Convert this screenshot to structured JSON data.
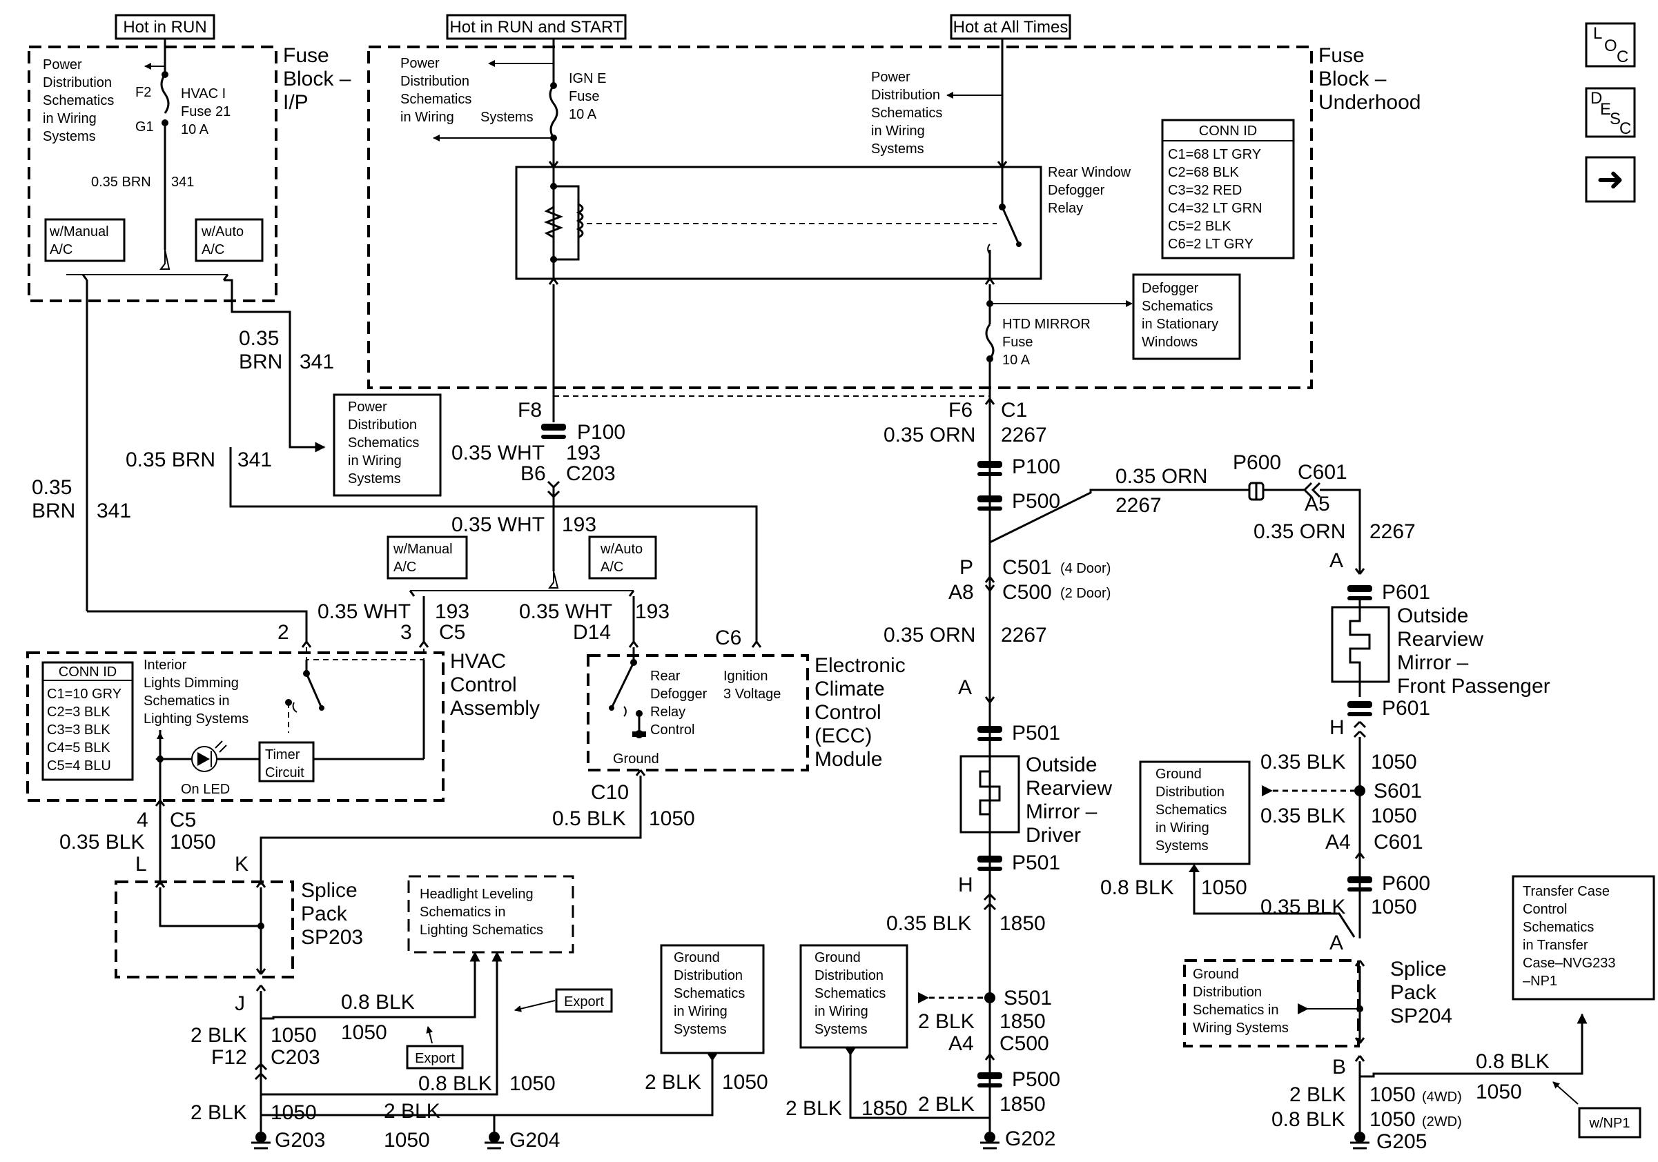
{
  "sources": {
    "run": "Hot in RUN",
    "run_start": "Hot in RUN and START",
    "all_times": "Hot at All Times"
  },
  "nav": {
    "loc_l": "L",
    "loc_o": "O",
    "loc_c": "C",
    "desc_d": "D",
    "desc_e": "E",
    "desc_s": "S",
    "desc_c": "C",
    "next": "➜"
  },
  "fuse_block_ip": {
    "l1": "Fuse",
    "l2": "Block –",
    "l3": "I/P"
  },
  "fuse_block_uh": {
    "l1": "Fuse",
    "l2": "Block –",
    "l3": "Underhood"
  },
  "pds": [
    "Power",
    "Distribution",
    "Schematics",
    "in Wiring",
    "Systems"
  ],
  "hvac_fuse": {
    "f2": "F2",
    "g1": "G1",
    "l1": "HVAC I",
    "l2": "Fuse 21",
    "l3": "10 A"
  },
  "igne_fuse": {
    "l1": "IGN E",
    "l2": "Fuse",
    "l3": "10 A"
  },
  "mirror_fuse": {
    "l1": "HTD MIRROR",
    "l2": "Fuse",
    "l3": "10 A"
  },
  "relay": {
    "l1": "Rear  Window",
    "l2": "Defogger",
    "l3": "Relay"
  },
  "uh_conn": {
    "title": "CONN ID",
    "rows": [
      "C1=68 LT GRY",
      "C2=68 BLK",
      "C3=32 RED",
      "C4=32 LT GRN",
      "C5=2 BLK",
      "C6=2 LT GRY"
    ]
  },
  "defog_ref": [
    "Defogger",
    "Schematics",
    "in Stationary",
    "Windows"
  ],
  "opt": {
    "manual": "w/Manual",
    "auto": "w/Auto",
    "ac": "A/C",
    "np1": "w/NP1",
    "export": "Export"
  },
  "wires": {
    "brn035": "0.35 BRN",
    "brn035a": "0.35",
    "brn035b": "BRN",
    "c341": "341",
    "wht035": "0.35 WHT",
    "c193": "193",
    "orn035": "0.35 ORN",
    "c2267": "2267",
    "blk035": "0.35 BLK",
    "blk05": "0.5 BLK",
    "blk08": "0.8 BLK",
    "blk2": "2 BLK",
    "c1050": "1050",
    "c1850": "1850",
    "wd4": "(4WD)",
    "wd2": "(2WD)"
  },
  "conn": {
    "f8": "F8",
    "p100": "P100",
    "b6": "B6",
    "c203": "C203",
    "f6": "F6",
    "c1": "C1",
    "p500": "P500",
    "p": "P",
    "a8": "A8",
    "c501": "C501",
    "c500": "C500",
    "d4": "(4 Door)",
    "d2": "(2 Door)",
    "p600": "P600",
    "c601": "C601",
    "a5": "A5",
    "a": "A",
    "p601": "P601",
    "h": "H",
    "s601": "S601",
    "a4": "A4",
    "p501": "P501",
    "s501": "S501",
    "g202": "G202",
    "g203": "G203",
    "g204": "G204",
    "g205": "G205",
    "n2": "2",
    "n3": "3",
    "n4": "4",
    "c5": "C5",
    "d14": "D14",
    "c6": "C6",
    "c10": "C10",
    "l": "L",
    "k": "K",
    "j": "J",
    "f12": "F12",
    "b": "B"
  },
  "hvac": {
    "title": [
      "HVAC",
      "Control",
      "Assembly"
    ],
    "conn_title": "CONN ID",
    "conn_rows": [
      "C1=10 GRY",
      "C2=3 BLK",
      "C3=3 BLK",
      "C4=5 BLK",
      "C5=4 BLU"
    ],
    "dim": [
      "Interior",
      "Lights Dimming",
      "Schematics in",
      "Lighting Systems"
    ],
    "timer": [
      "Timer",
      "Circuit"
    ],
    "led": "On LED"
  },
  "ecc": {
    "title": [
      "Electronic",
      "Climate",
      "Control",
      "(ECC)",
      "Module"
    ],
    "rear": [
      "Rear",
      "Defogger",
      "Relay",
      "Control"
    ],
    "ign": [
      "Ignition",
      "3 Voltage"
    ],
    "ground": "Ground"
  },
  "mirror_driver": [
    "Outside",
    "Rearview",
    "Mirror –",
    "Driver"
  ],
  "mirror_pass": [
    "Outside",
    "Rearview",
    "Mirror –",
    "Front Passenger"
  ],
  "sp203": [
    "Splice",
    "Pack",
    "SP203"
  ],
  "sp204": [
    "Splice",
    "Pack",
    "SP204"
  ],
  "headlight": [
    "Headlight Leveling",
    "Schematics in",
    "Lighting Schematics"
  ],
  "gds": [
    "Ground",
    "Distribution",
    "Schematics",
    "in Wiring",
    "Systems"
  ],
  "gds2": [
    "Ground",
    "Distribution",
    "Schematics in",
    "Wiring Systems"
  ],
  "transfer": [
    "Transfer Case",
    "Control",
    "Schematics",
    "in Transfer",
    "Case–NVG233",
    "–NP1"
  ]
}
